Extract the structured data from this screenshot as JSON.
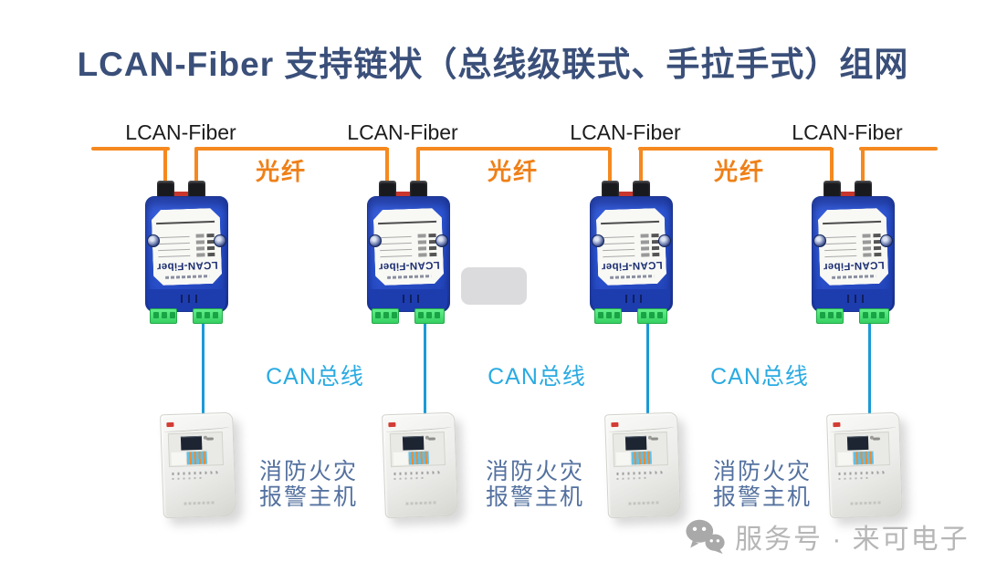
{
  "title": "LCAN-Fiber 支持链状（总线级联式、手拉手式）组网",
  "devices": [
    {
      "label": "LCAN-Fiber",
      "print": "LCAN-Fiber"
    },
    {
      "label": "LCAN-Fiber",
      "print": "LCAN-Fiber"
    },
    {
      "label": "LCAN-Fiber",
      "print": "LCAN-Fiber"
    },
    {
      "label": "LCAN-Fiber",
      "print": "LCAN-Fiber"
    }
  ],
  "fiber_labels": [
    "光纤",
    "光纤",
    "光纤"
  ],
  "can_bus_labels": [
    "CAN总线",
    "CAN总线",
    "CAN总线"
  ],
  "panel_labels": [
    {
      "line1": "消防火灾",
      "line2": "报警主机"
    },
    {
      "line1": "消防火灾",
      "line2": "报警主机"
    },
    {
      "line1": "消防火灾",
      "line2": "报警主机"
    }
  ],
  "watermark": {
    "icon": "wechat-icon",
    "text": "服务号 · 来可电子"
  },
  "colors": {
    "title_text": "#3a4f79",
    "fiber_line": "#f5891f",
    "fiber_label": "#ef8018",
    "can_line": "#1b9ad6",
    "can_label": "#2aabe2",
    "panel_label": "#54719f",
    "device_body": "#2a52cf",
    "device_print": "#1d2f72",
    "terminal_green": "#4ae46a",
    "watermark_gray": "#b6b6b6"
  }
}
